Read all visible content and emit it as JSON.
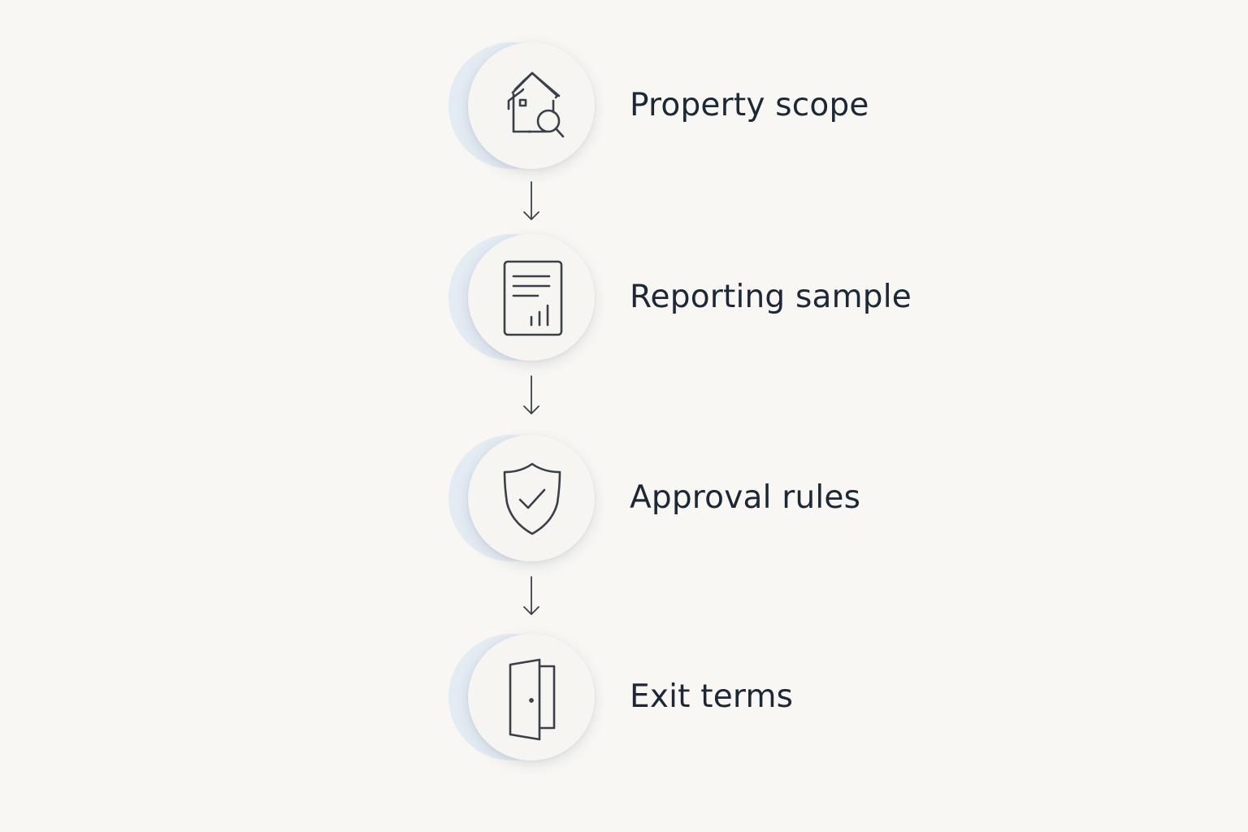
{
  "steps": [
    {
      "label": "Property scope",
      "icon": "house-search-icon"
    },
    {
      "label": "Reporting sample",
      "icon": "report-chart-icon"
    },
    {
      "label": "Approval rules",
      "icon": "shield-check-icon"
    },
    {
      "label": "Exit terms",
      "icon": "open-door-icon"
    }
  ],
  "colors": {
    "background": "#f8f7f4",
    "text": "#1c2836",
    "icon_stroke": "#3a4049",
    "badge_accent": "#e3ebf3",
    "badge_face": "#f6f5f2"
  }
}
